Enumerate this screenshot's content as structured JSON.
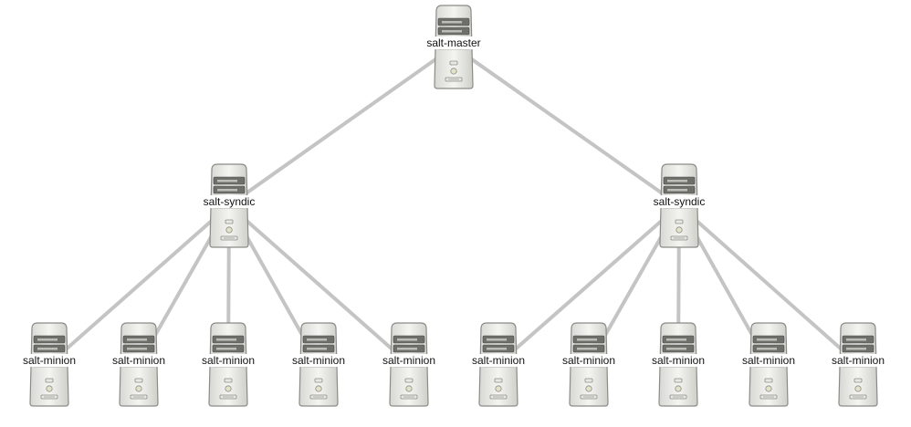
{
  "diagram": {
    "nodes": [
      {
        "id": "master",
        "label": "salt-master",
        "role": "master"
      },
      {
        "id": "syndic-1",
        "label": "salt-syndic",
        "role": "syndic"
      },
      {
        "id": "syndic-2",
        "label": "salt-syndic",
        "role": "syndic"
      },
      {
        "id": "minion-1",
        "label": "salt-minion",
        "role": "minion"
      },
      {
        "id": "minion-2",
        "label": "salt-minion",
        "role": "minion"
      },
      {
        "id": "minion-3",
        "label": "salt-minion",
        "role": "minion"
      },
      {
        "id": "minion-4",
        "label": "salt-minion",
        "role": "minion"
      },
      {
        "id": "minion-5",
        "label": "salt-minion",
        "role": "minion"
      },
      {
        "id": "minion-6",
        "label": "salt-minion",
        "role": "minion"
      },
      {
        "id": "minion-7",
        "label": "salt-minion",
        "role": "minion"
      },
      {
        "id": "minion-8",
        "label": "salt-minion",
        "role": "minion"
      },
      {
        "id": "minion-9",
        "label": "salt-minion",
        "role": "minion"
      },
      {
        "id": "minion-10",
        "label": "salt-minion",
        "role": "minion"
      }
    ],
    "edges": [
      [
        "master",
        "syndic-1"
      ],
      [
        "master",
        "syndic-2"
      ],
      [
        "syndic-1",
        "minion-1"
      ],
      [
        "syndic-1",
        "minion-2"
      ],
      [
        "syndic-1",
        "minion-3"
      ],
      [
        "syndic-1",
        "minion-4"
      ],
      [
        "syndic-1",
        "minion-5"
      ],
      [
        "syndic-2",
        "minion-6"
      ],
      [
        "syndic-2",
        "minion-7"
      ],
      [
        "syndic-2",
        "minion-8"
      ],
      [
        "syndic-2",
        "minion-9"
      ],
      [
        "syndic-2",
        "minion-10"
      ]
    ],
    "icon": "server-tower-icon",
    "edge_color": "#c4c4c4"
  }
}
